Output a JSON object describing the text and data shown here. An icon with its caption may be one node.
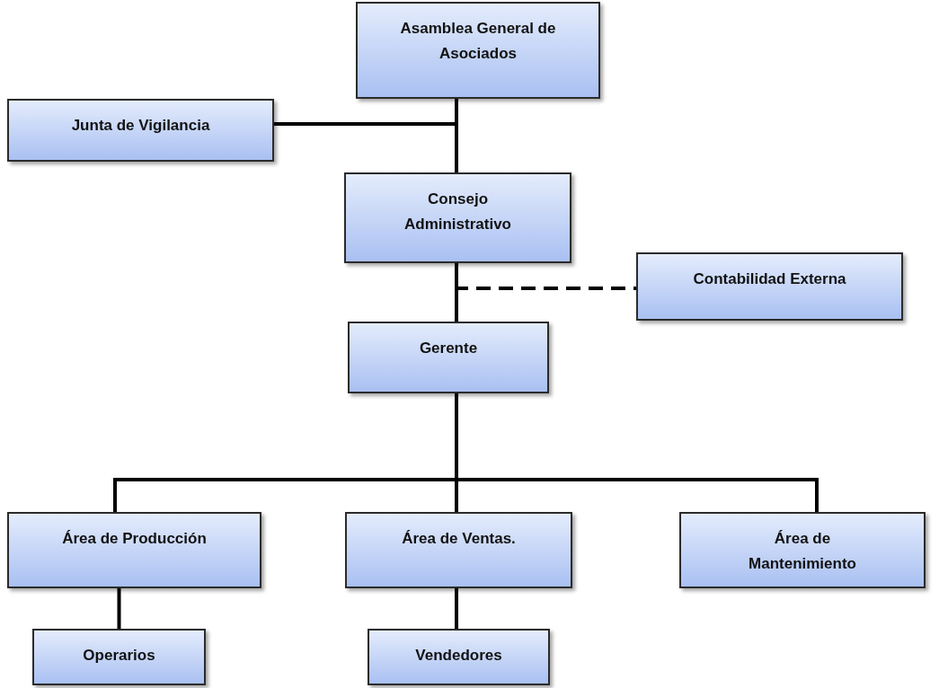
{
  "diagram": {
    "nodes": [
      {
        "text": [
          "Asamblea General de Asociados"
        ]
      },
      {
        "text": [
          "Junta de Vigilancia"
        ]
      },
      {
        "text": [
          "Consejo Administrativo"
        ]
      },
      {
        "text": [
          "Contabilidad Externa"
        ]
      },
      {
        "text": [
          "Gerente"
        ]
      },
      {
        "text": [
          "Área de Producción"
        ]
      },
      {
        "text": [
          "Área de Ventas."
        ]
      },
      {
        "text": [
          "Área de Mantenimiento"
        ]
      },
      {
        "text": [
          "Operarios"
        ]
      },
      {
        "text": [
          "Vendedores"
        ]
      }
    ],
    "edges": [
      {
        "from": 0,
        "to": 2,
        "arrow": "none"
      },
      {
        "from": 0,
        "to": 1,
        "arrow": "none"
      },
      {
        "from": 2,
        "to": 4,
        "arrow": "none"
      },
      {
        "from": 2,
        "to": 3,
        "arrow": "none",
        "style": "dashed"
      },
      {
        "from": 4,
        "to": 5,
        "arrow": "none"
      },
      {
        "from": 4,
        "to": 6,
        "arrow": "none"
      },
      {
        "from": 4,
        "to": 7,
        "arrow": "none"
      },
      {
        "from": 5,
        "to": 8,
        "arrow": "none"
      },
      {
        "from": 6,
        "to": 9,
        "arrow": "none"
      }
    ]
  }
}
